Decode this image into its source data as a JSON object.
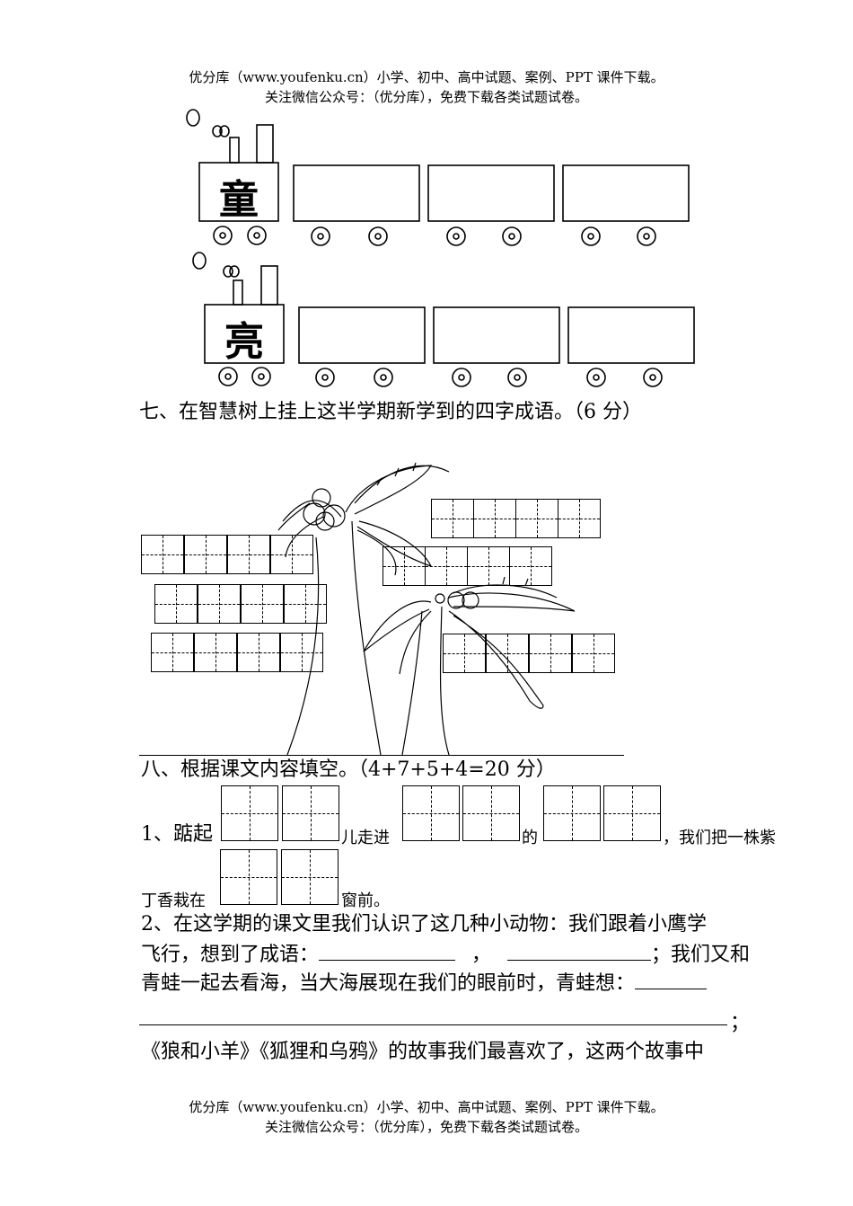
{
  "header": {
    "line1": "优分库（www.youfenku.cn）小学、初中、高中试题、案例、PPT 课件下载。",
    "line2": "关注微信公众号：（优分库），免费下载各类试题试卷。"
  },
  "footer": {
    "line1": "优分库（www.youfenku.cn）小学、初中、高中试题、案例、PPT 课件下载。",
    "line2": "关注微信公众号：（优分库），免费下载各类试题试卷。"
  },
  "trains": [
    {
      "engine_char": "童"
    },
    {
      "engine_char": "亮"
    }
  ],
  "section7": {
    "title": "七、在智慧树上挂上这半学期新学到的四字成语。（6 分）"
  },
  "section8": {
    "title": "八、根据课文内容填空。（4+7+5+4=20 分）",
    "q1": {
      "prefix": "1、踮起",
      "mid1": "儿走进",
      "mid2": "的",
      "suffix": "，我们把一株紫",
      "line2_prefix": "丁香栽在",
      "line2_suffix": "窗前。"
    },
    "q2": {
      "line1": "2、在这学期的课文里我们认识了这几种小动物：我们跟着小鹰学",
      "line2_a": "飞行，想到了成语：",
      "line2_sep1": "，",
      "line2_sep2": "；我们又和",
      "line3": "青蛙一起去看海，当大海展现在我们的眼前时，青蛙想：",
      "line4_end": "；",
      "line5": "《狼和小羊》《狐狸和乌鸦》的故事我们最喜欢了，这两个故事中"
    }
  }
}
